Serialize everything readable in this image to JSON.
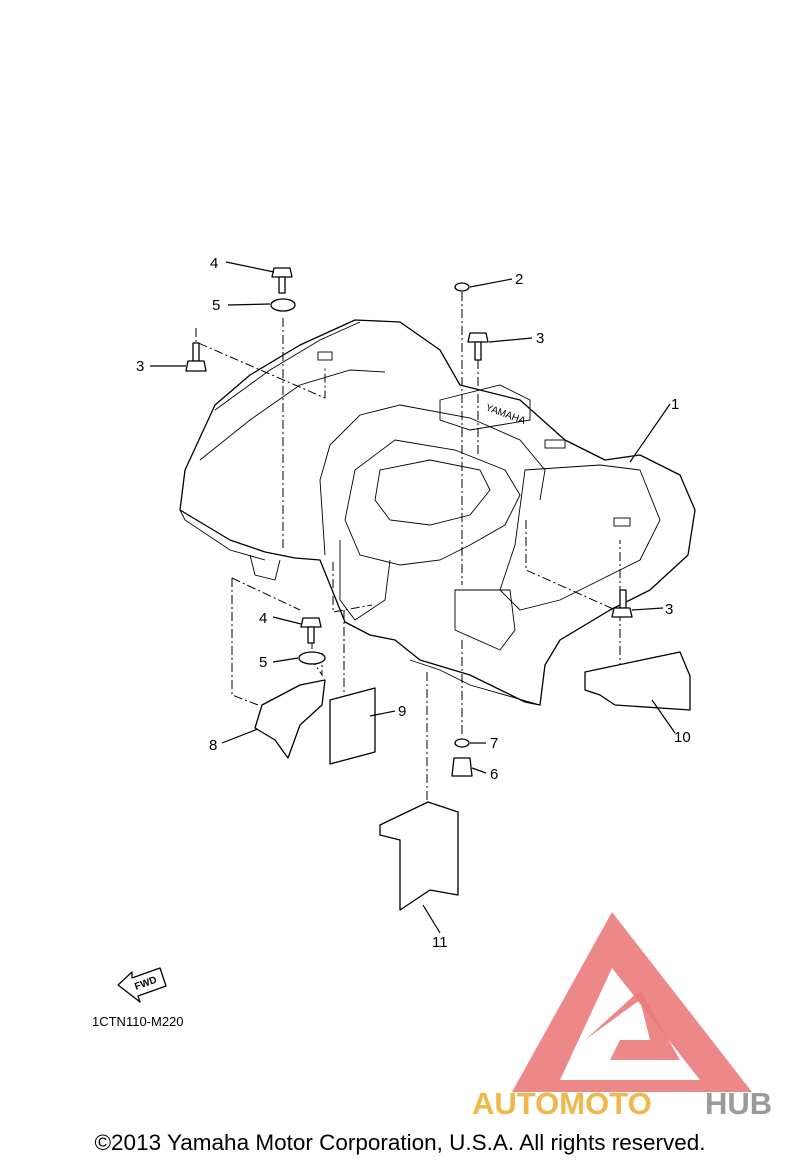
{
  "callouts": {
    "c1": "1",
    "c2": "2",
    "c3a": "3",
    "c3b": "3",
    "c3c": "3",
    "c4a": "4",
    "c4b": "4",
    "c5a": "5",
    "c5b": "5",
    "c6": "6",
    "c7": "7",
    "c8": "8",
    "c9": "9",
    "c10": "10",
    "c11": "11"
  },
  "fender_logo": "YAMAHA",
  "fwd_label": "FWD",
  "diagram_code": "1CTN110-M220",
  "watermark": {
    "part1": "AUTOMOTO",
    "part2": "HUB",
    "color1": "#f2b64a",
    "color2": "#9a9a9a",
    "triangle_color": "#ea7b7b"
  },
  "copyright": "©2013 Yamaha Motor Corporation, U.S.A. All rights reserved."
}
